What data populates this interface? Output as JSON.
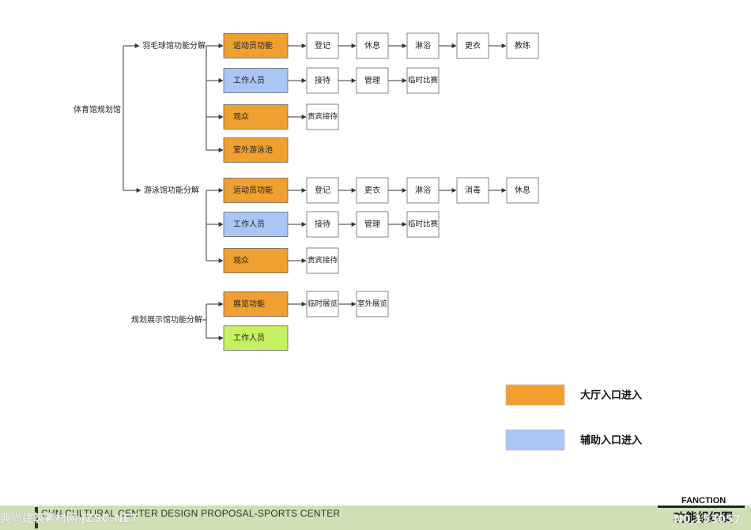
{
  "root": {
    "label": "体育馆规划馆"
  },
  "groups": [
    {
      "label": "羽毛球馆功能分解",
      "rows": [
        {
          "head": "运动员功能",
          "color": "#f0a030",
          "steps": [
            "登记",
            "休息",
            "淋浴",
            "更衣",
            "教练"
          ]
        },
        {
          "head": "工作人员",
          "color": "#a9c6f5",
          "steps": [
            "接待",
            "管理",
            "临时比赛"
          ]
        },
        {
          "head": "观众",
          "color": "#f0a030",
          "steps": [
            "贵宾接待"
          ]
        },
        {
          "head": "室外游泳池",
          "color": "#f0a030",
          "steps": []
        }
      ]
    },
    {
      "label": "游泳馆功能分解",
      "rows": [
        {
          "head": "运动员功能",
          "color": "#f0a030",
          "steps": [
            "登记",
            "更衣",
            "淋浴",
            "消毒",
            "休息"
          ]
        },
        {
          "head": "工作人员",
          "color": "#a9c6f5",
          "steps": [
            "接待",
            "管理",
            "临时比赛"
          ]
        },
        {
          "head": "观众",
          "color": "#f0a030",
          "steps": [
            "贵宾接待"
          ]
        }
      ]
    },
    {
      "label": "规划展示馆功能分解",
      "rows": [
        {
          "head": "展览功能",
          "color": "#f0a030",
          "steps": [
            "临时展览",
            "室外展览"
          ]
        },
        {
          "head": "工作人员",
          "color": "#c5f060",
          "steps": []
        }
      ]
    }
  ],
  "legend": [
    {
      "label": "大厅入口进入",
      "color": "#f0a030"
    },
    {
      "label": "辅助入口进入",
      "color": "#a9c6f5"
    }
  ],
  "footer": {
    "project_title": "CHN CULTURAL CENTER DESIGN PROPOSAL-SPORTS CENTER",
    "section_en": "FANCTION",
    "section_cn": "功能组织图",
    "watermark": "典尚建筑素材网 JZSC.NET",
    "id_code": "N0.153057"
  }
}
